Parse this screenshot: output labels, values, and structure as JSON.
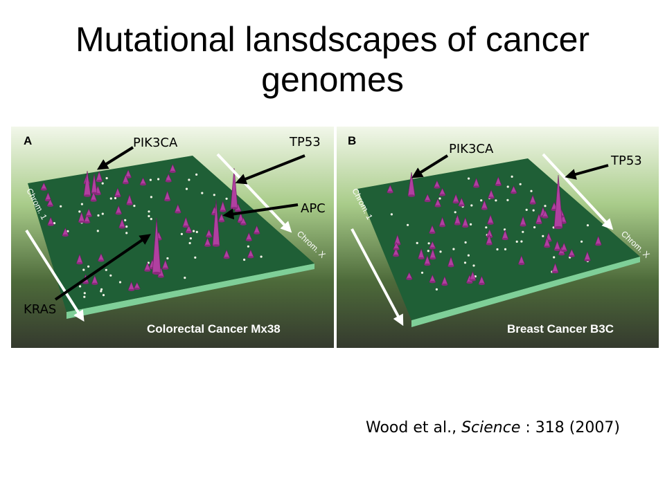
{
  "slide": {
    "title": "Mutational lansdscapes of cancer genomes",
    "citation": {
      "prefix": "Wood et al., ",
      "journal": "Science",
      "suffix": " : 318 (2007)"
    }
  },
  "panels": [
    {
      "letter": "A",
      "name": "Colorectal Cancer Mx38",
      "axis_left": "Chrom. 1",
      "axis_right": "Chrom. X",
      "callouts": [
        "PIK3CA",
        "TP53",
        "APC",
        "KRAS"
      ]
    },
    {
      "letter": "B",
      "name": "Breast Cancer B3C",
      "axis_left": "Chrom. 1",
      "axis_right": "Chrom. X",
      "callouts": [
        "PIK3CA",
        "TP53"
      ]
    }
  ],
  "colors": {
    "plane": "#1f5f36",
    "plane_edge": "#7fcf98",
    "peak": "#a03590",
    "bg_top": "#d6e8c4",
    "bg_bottom": "#3a3a30"
  }
}
